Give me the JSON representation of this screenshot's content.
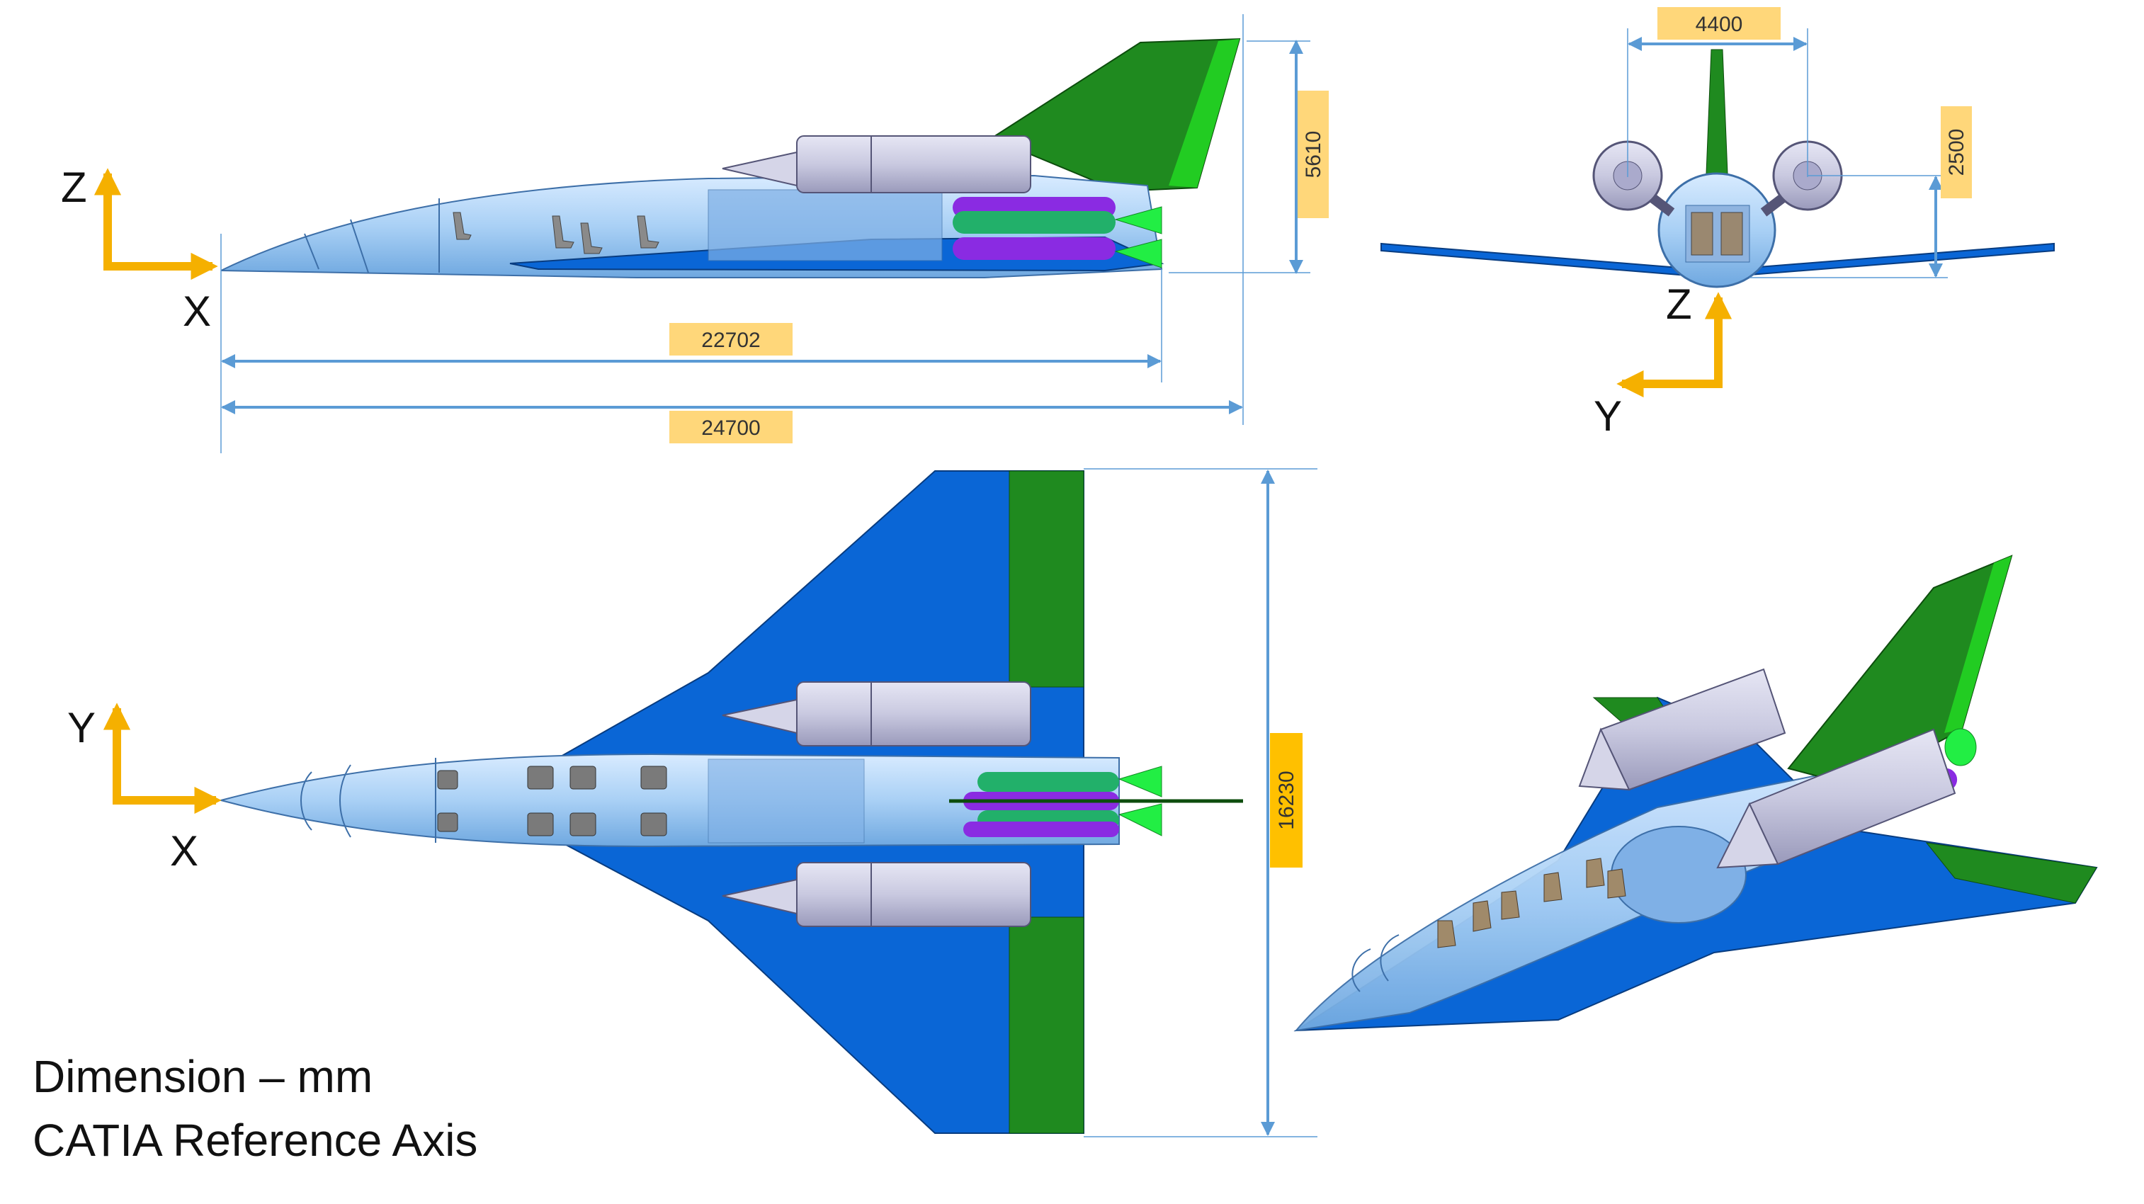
{
  "colors": {
    "fuselage": "#a9d0f5",
    "wing": "#0a66d6",
    "wing_dark": "#0848a8",
    "tail": "#1f8a1f",
    "tail_light": "#22cc22",
    "engine": "#c9c9e0",
    "tank_green": "#22b06a",
    "tank_purple": "#8a2be2",
    "axis_arrow": "#f5b000",
    "dim_line": "#5b9bd5",
    "label_fill": "#ffd77a",
    "label_fill_strong": "#ffc000"
  },
  "icons": [
    "seat-icon",
    "engine-nacelle-icon",
    "axis-arrow-icon"
  ],
  "dimensions": {
    "height_side": "5610",
    "fuselage_length": "22702",
    "total_length": "24700",
    "engine_spacing": "4400",
    "engine_height": "2500",
    "wingspan": "16230"
  },
  "axes": {
    "side": {
      "vertical": "Z",
      "horizontal": "X"
    },
    "front": {
      "vertical": "Z",
      "horizontal": "Y"
    },
    "top": {
      "vertical": "Y",
      "horizontal": "X"
    }
  },
  "notes": {
    "units": "Dimension – mm",
    "reference": "CATIA Reference Axis"
  }
}
